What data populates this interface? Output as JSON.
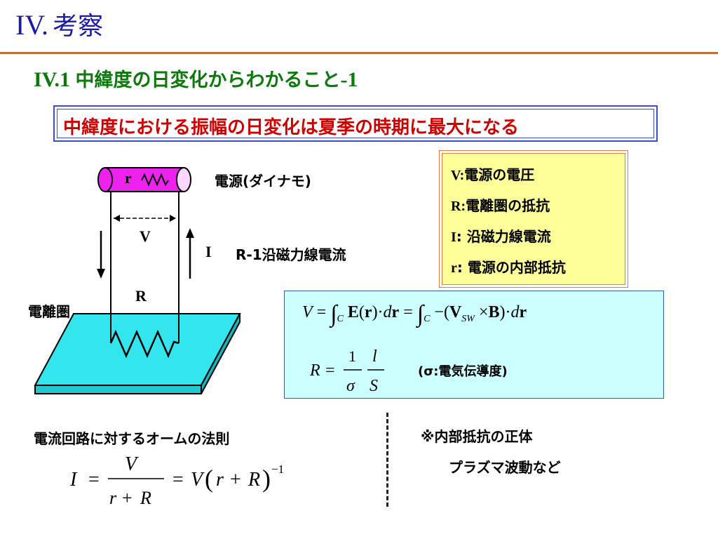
{
  "header": {
    "title_prefix": "IV.",
    "title_jp": "考察",
    "subtitle_prefix": "IV.1",
    "subtitle_jp": "中緯度の日変化からわかること",
    "subtitle_suffix": "-1"
  },
  "highlight": "中緯度における振幅の日変化は夏季の時期に最大になる",
  "diagram": {
    "resistor_r": "r",
    "dynamo_label": "電源(ダイナモ)",
    "voltage_label": "V",
    "current_label": "I",
    "current_desc": "R-1沿磁力線電流",
    "resistor_R": "R",
    "ionosphere_label": "電離圏"
  },
  "legend": [
    {
      "key": "V:",
      "text": "電源の電圧"
    },
    {
      "key": "R:",
      "text": "電離圏の抵抗"
    },
    {
      "key": "I",
      "text": ": 沿磁力線電流"
    },
    {
      "key": "r",
      "text": ": 電源の内部抵抗"
    }
  ],
  "formula": {
    "sigma_note": "(σ:電気伝導度)"
  },
  "ohm": {
    "title": "電流回路に対するオームの法則"
  },
  "note": {
    "line1": "※内部抵抗の正体",
    "line2": "プラズマ波動など"
  }
}
